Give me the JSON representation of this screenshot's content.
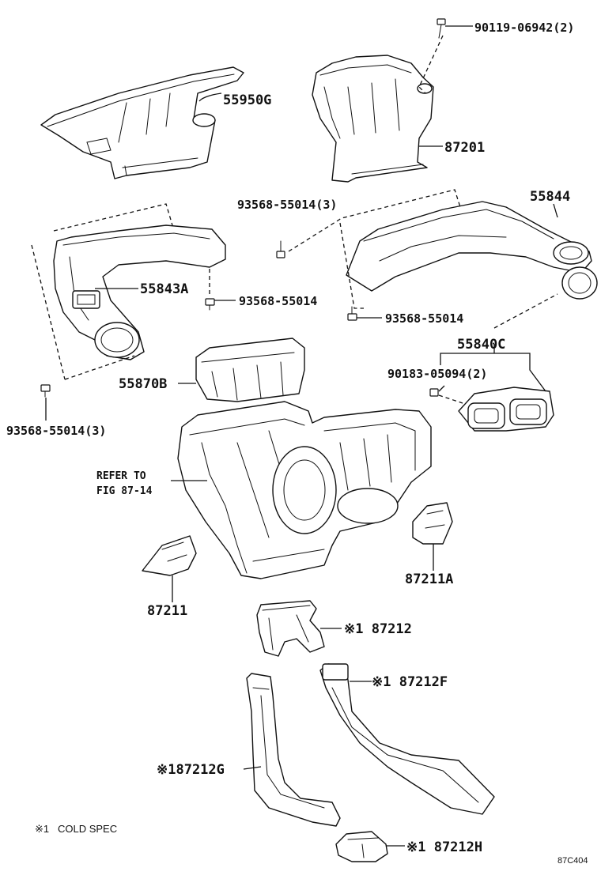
{
  "labels": {
    "p90119": "90119-06942(2)",
    "p55950g": "55950G",
    "p87201": "87201",
    "p93568_3a": "93568-55014(3)",
    "p55844": "55844",
    "p55843a": "55843A",
    "p93568_a": "93568-55014",
    "p93568_b": "93568-55014",
    "p55840c": "55840C",
    "p90183": "90183-05094(2)",
    "p55870b": "55870B",
    "p93568_3b": "93568-55014(3)",
    "refer_line1": "REFER TO",
    "refer_line2": "FIG 87-14",
    "p87211a": "87211A",
    "p87211": "87211",
    "p87212": "※1 87212",
    "p87212f": "※1 87212F",
    "p87212g": "※187212G",
    "p87212h": "※1 87212H"
  },
  "footnote": "※1   COLD SPEC",
  "figure_code": "87C404"
}
